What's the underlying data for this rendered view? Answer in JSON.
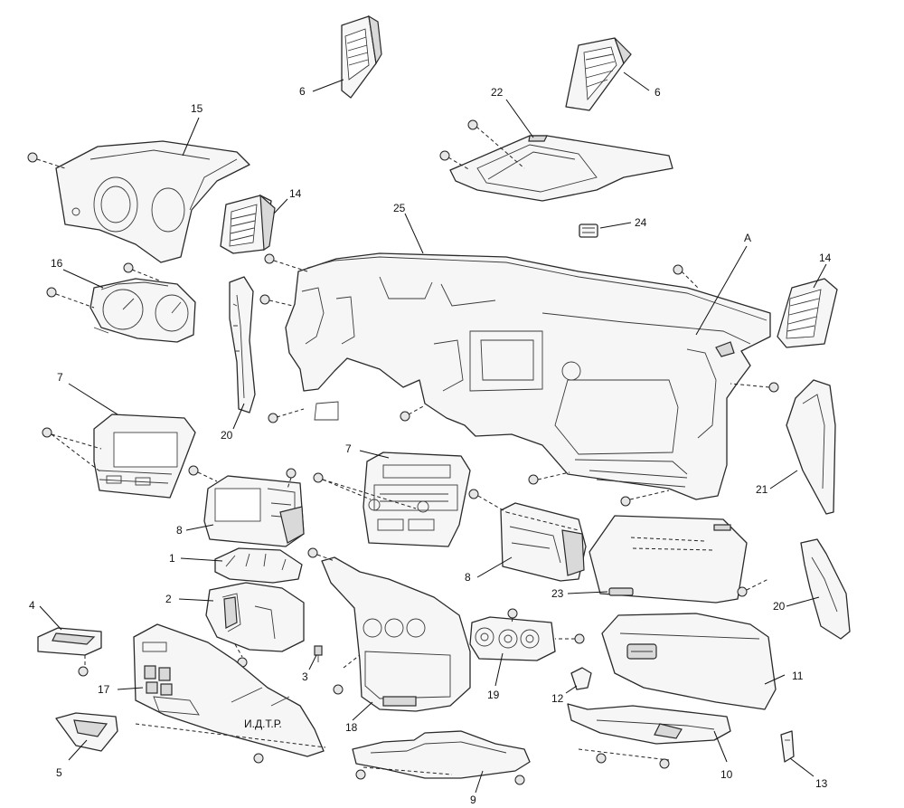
{
  "header_fragment": "",
  "note_text": "И.Д.Т.Р.",
  "callouts": {
    "c1": "1",
    "c2": "2",
    "c3": "3",
    "c4": "4",
    "c5": "5",
    "c6a": "6",
    "c6b": "6",
    "c7a": "7",
    "c7b": "7",
    "c8a": "8",
    "c8b": "8",
    "c9": "9",
    "c10": "10",
    "c11": "11",
    "c12": "12",
    "c13": "13",
    "c14a": "14",
    "c14b": "14",
    "c15": "15",
    "c16": "16",
    "c17": "17",
    "c18": "18",
    "c19": "19",
    "c20a": "20",
    "c20b": "20",
    "c21": "21",
    "c22": "22",
    "c23": "23",
    "c24": "24",
    "c25": "25",
    "cA": "A"
  }
}
